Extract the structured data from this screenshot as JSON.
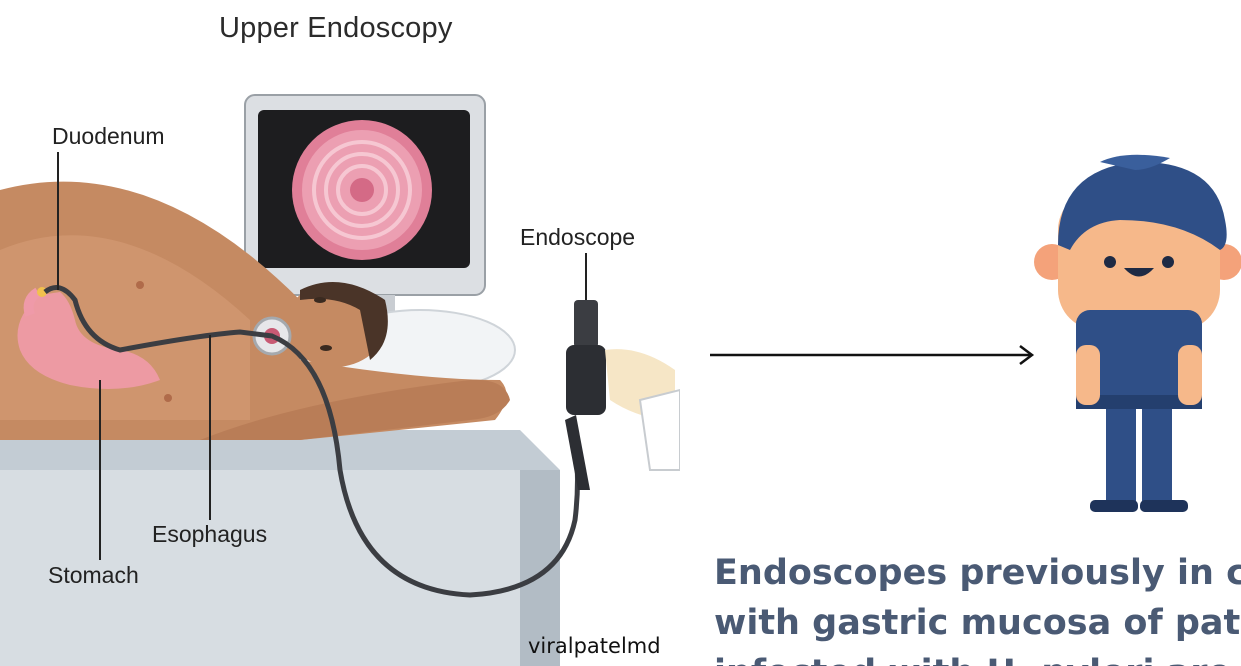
{
  "diagram": {
    "title": "Upper Endoscopy",
    "labels": {
      "duodenum": "Duodenum",
      "endoscope": "Endoscope",
      "esophagus": "Esophagus",
      "stomach": "Stomach"
    },
    "watermark": "viralpatelmd"
  },
  "caption": {
    "lines": [
      "Endoscopes previously in con",
      "with gastric mucosa of patien",
      "infected with H. pylori are us"
    ]
  },
  "colors": {
    "skin": "#c58a62",
    "table": "#b9c3cc",
    "screen_frame": "#d9dde1",
    "mucosa": "#e99ab0",
    "cartoon_blue": "#2f4f87",
    "cartoon_skin": "#f6b88a",
    "caption": "#4a5a74"
  }
}
